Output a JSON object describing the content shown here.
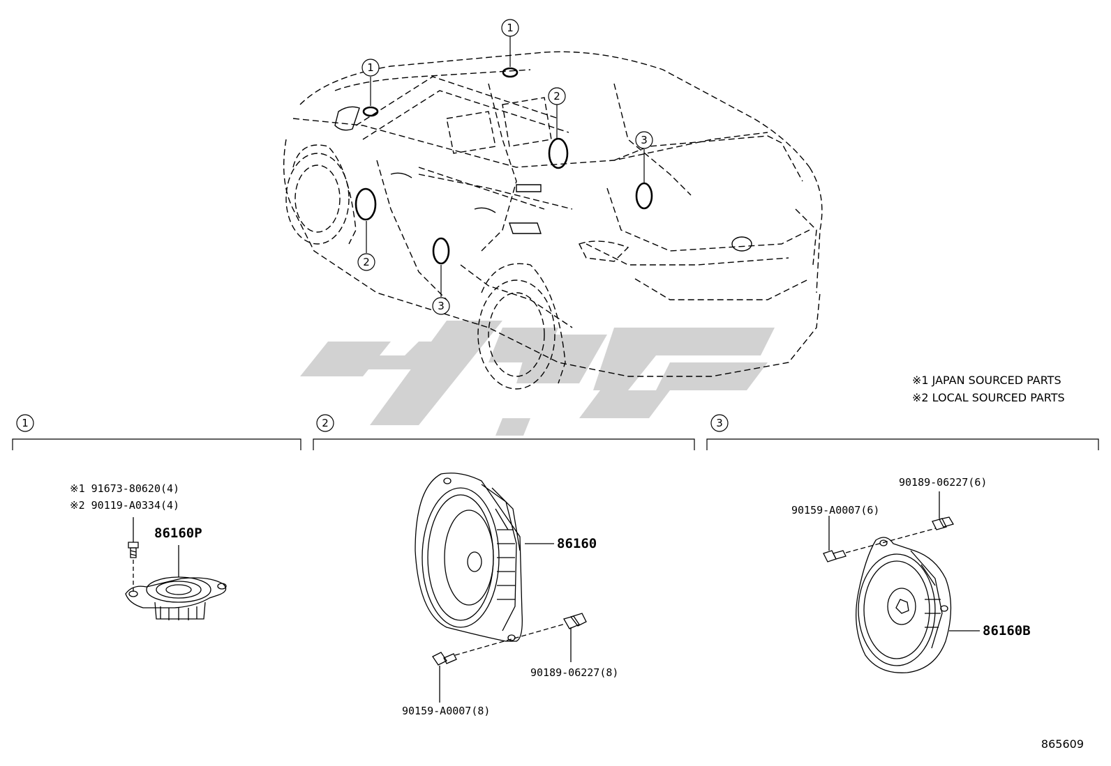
{
  "notes": {
    "japan": "※1 JAPAN SOURCED PARTS",
    "local": "※2 LOCAL SOURCED PARTS"
  },
  "figure_number": "865609",
  "watermark_color": "#d0d0d0",
  "callouts": {
    "tweeter": "1",
    "front_door": "2",
    "rear_door": "3"
  },
  "sections": [
    {
      "number": "1",
      "parts": {
        "screw_japan": "※1 91673-80620(4)",
        "screw_local": "※2 90119-A0334(4)",
        "speaker": "86160P"
      }
    },
    {
      "number": "2",
      "parts": {
        "speaker": "86160",
        "clip": "90189-06227(8)",
        "screw": "90159-A0007(8)"
      }
    },
    {
      "number": "3",
      "parts": {
        "clip": "90189-06227(6)",
        "screw": "90159-A0007(6)",
        "speaker": "86160B"
      }
    }
  ]
}
